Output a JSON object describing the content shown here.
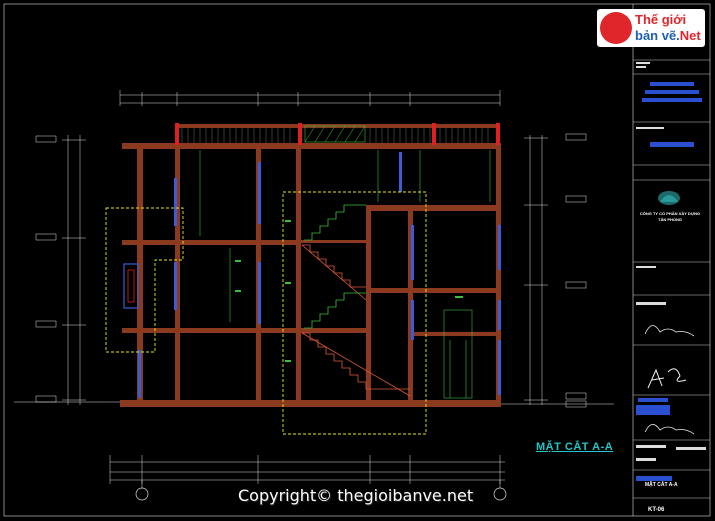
{
  "logo": {
    "line1": "Thế giới",
    "line2": "bản vẽ.",
    "line2_accent": "Net"
  },
  "drawing": {
    "section_title": "MẶT CẮT A-A",
    "copyright": "Copyright© thegioibanve.net"
  },
  "title_block": {
    "company": "CÔNG TY CỔ PHẦN XÂY DỰNG TÂN PHONG",
    "sheet_name": "MẶT CẮT A-A",
    "sheet_code": "KT-06"
  },
  "colors": {
    "background": "#000000",
    "structure": "#8b3a1f",
    "accent_red": "#e02020",
    "dimension": "#ffffff",
    "highlight": "#e6e624",
    "blue": "#3a5cd6",
    "green": "#3cbf3c",
    "cyan": "#21c6c6"
  }
}
